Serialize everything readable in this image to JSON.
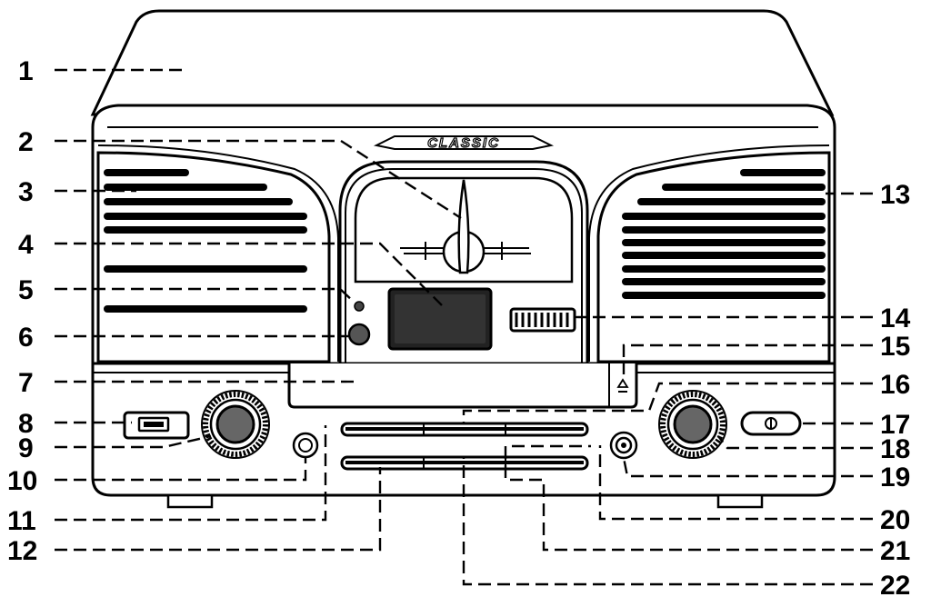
{
  "brand_text": "CLASSIC",
  "callouts_left": [
    "1",
    "2",
    "3",
    "4",
    "5",
    "6",
    "7",
    "8",
    "9",
    "10",
    "11",
    "12"
  ],
  "callouts_right": [
    "13",
    "14",
    "15",
    "16",
    "17",
    "18",
    "19",
    "20",
    "21",
    "22"
  ]
}
